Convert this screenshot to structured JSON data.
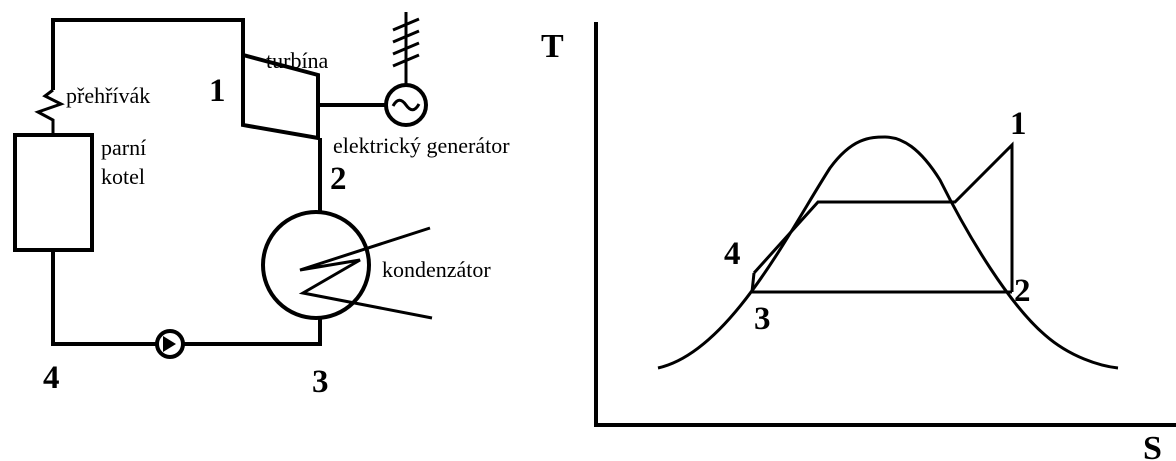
{
  "schematic": {
    "labels": {
      "superheater": "přehřívák",
      "turbine": "turbína",
      "boiler_line1": "parní",
      "boiler_line2": "kotel",
      "generator": "elektrický generátor",
      "condenser": "kondenzátor"
    },
    "points": {
      "p1": "1",
      "p2": "2",
      "p3": "3",
      "p4": "4"
    }
  },
  "ts_diagram": {
    "axis_y": "T",
    "axis_x": "S",
    "points": {
      "p1": "1",
      "p2": "2",
      "p3": "3",
      "p4": "4"
    }
  },
  "colors": {
    "line": "#000000",
    "background": "#ffffff"
  }
}
